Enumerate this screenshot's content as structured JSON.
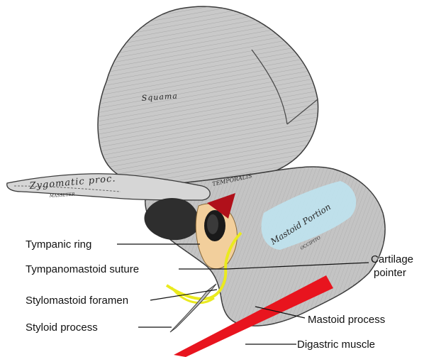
{
  "bone_labels": {
    "squama": "Squama",
    "zygomatic": "Zygomatic proc.",
    "temporalis": "TEMPORALIS",
    "mastoid_portion": "Mastoid Portion",
    "masseter": "MASSETER",
    "occipito": "OCCIPITO"
  },
  "labels": {
    "tympanic_ring": "Tympanic ring",
    "tympanomastoid_suture": "Tympanomastoid suture",
    "stylomastoid_foramen": "Stylomastoid foramen",
    "styloid_process": "Styloid process",
    "cartilage_pointer_line1": "Cartilage",
    "cartilage_pointer_line2": "pointer",
    "mastoid_process": "Mastoid process",
    "digastric_muscle": "Digastric muscle"
  },
  "colors": {
    "tympanic_ring": "#f2cf9c",
    "cartilage_pointer": "#b0101a",
    "stylomastoid": "#eaea1e",
    "digastric": "#e8141e",
    "mastoid_portion": "#bfe3f0"
  }
}
